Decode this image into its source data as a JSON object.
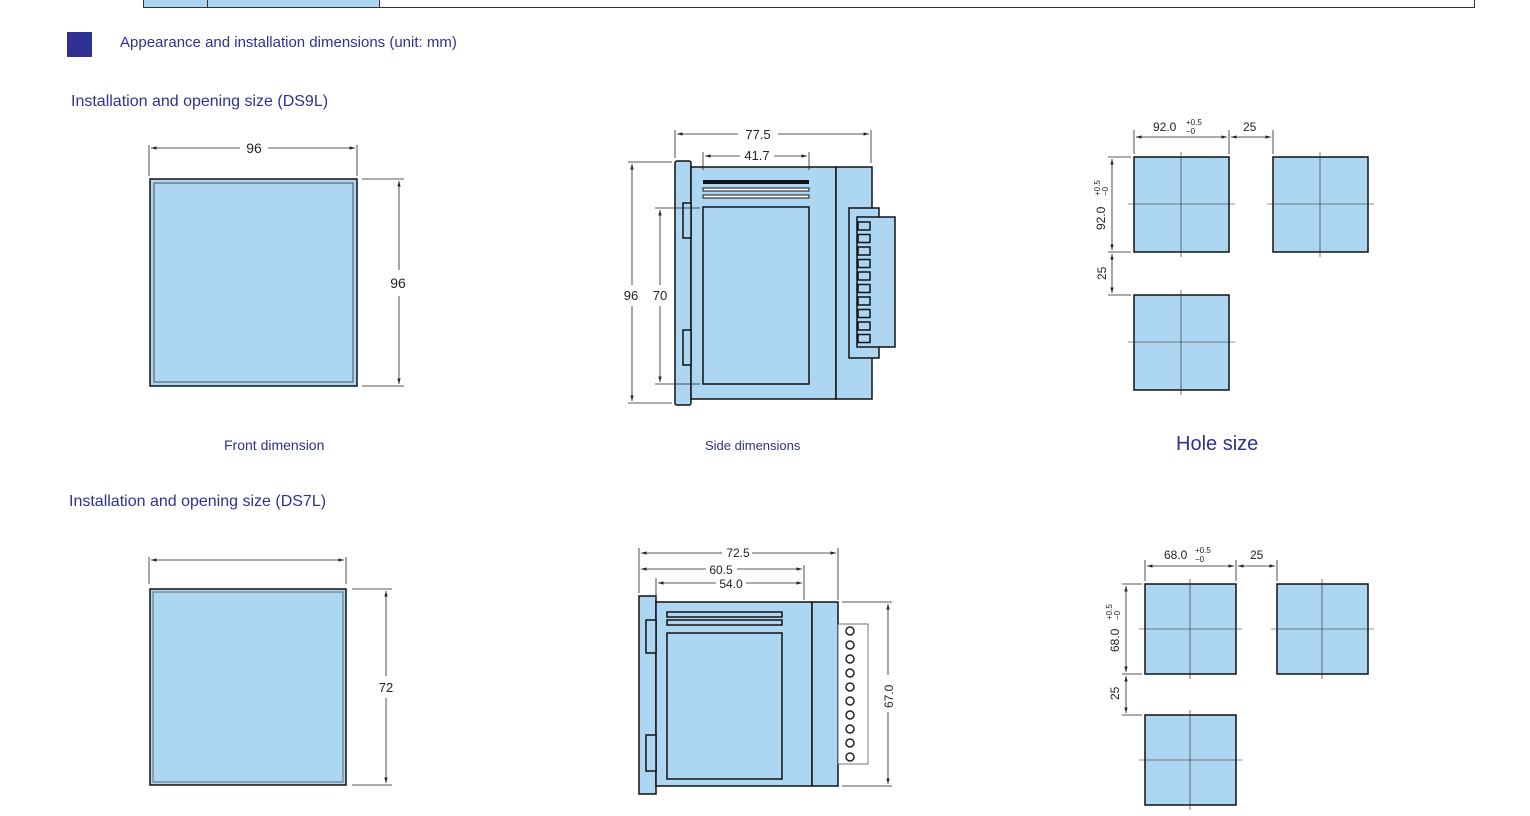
{
  "section_title": "Appearance and installation dimensions (unit: mm)",
  "accent_color": "#2e3192",
  "fill_color": "#acd6f1",
  "ds9l": {
    "title": "Installation and opening size (DS9L)",
    "front": {
      "caption": "Front dimension",
      "width": "96",
      "height": "96"
    },
    "side": {
      "caption": "Side dimensions",
      "depth": "77.5",
      "inner": "41.7",
      "height": "96",
      "inner_height": "70"
    },
    "hole": {
      "caption": "Hole size",
      "size": "92.0",
      "tol_plus": "+0.5",
      "tol_minus": "−0",
      "gap": "25"
    }
  },
  "ds7l": {
    "title": "Installation and opening size (DS7L)",
    "front": {
      "height": "72"
    },
    "side": {
      "depth": "72.5",
      "mid": "60.5",
      "inner": "54.0",
      "height": "67.0"
    },
    "hole": {
      "size": "68.0",
      "tol_plus": "+0.5",
      "tol_minus": "−0",
      "gap": "25"
    }
  }
}
